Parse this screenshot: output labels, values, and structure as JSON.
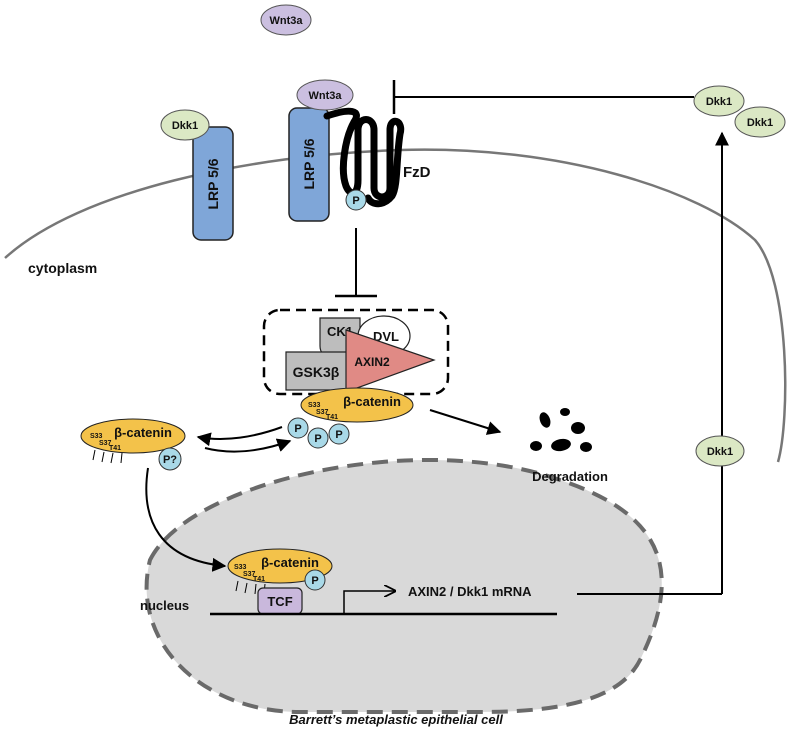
{
  "ligands": {
    "wnt3a_free": "Wnt3a",
    "wnt3a_bound": "Wnt3a",
    "dkk1_on_receptor": "Dkk1",
    "dkk1_secreted_1": "Dkk1",
    "dkk1_secreted_2": "Dkk1",
    "dkk1_transport": "Dkk1"
  },
  "receptors": {
    "lrp_left": "LRP 5/6",
    "lrp_right": "LRP 5/6",
    "frizzled": "FzD",
    "phospho": "P"
  },
  "compartments": {
    "cytoplasm": "cytoplasm",
    "nucleus": "nucleus"
  },
  "destruction_complex": {
    "ck1": "CK1",
    "dvl": "DVL",
    "gsk3b": "GSK3β",
    "axin2": "AXIN2"
  },
  "beta_catenin": {
    "label": "β-catenin",
    "site_s33": "S33",
    "site_s37": "S37",
    "site_t41": "T41",
    "phospho": "P",
    "phospho_uncertain": "P?"
  },
  "nuclear": {
    "tcf": "TCF",
    "transcript": "AXIN2 / Dkk1 mRNA"
  },
  "outcome": {
    "degradation": "Degradation"
  },
  "caption": "Barrett’s metaplastic epithelial cell",
  "colors": {
    "wnt": "#cbbfe0",
    "dkk": "#dbe8c4",
    "lrp": "#7fa6d8",
    "catenin": "#f3c24a",
    "phospho": "#a9d9e8",
    "nucleus": "#d9d9d9",
    "tcf": "#c9b8dc",
    "ck1": "#bdbdbd",
    "axin2": "#e08a85"
  }
}
